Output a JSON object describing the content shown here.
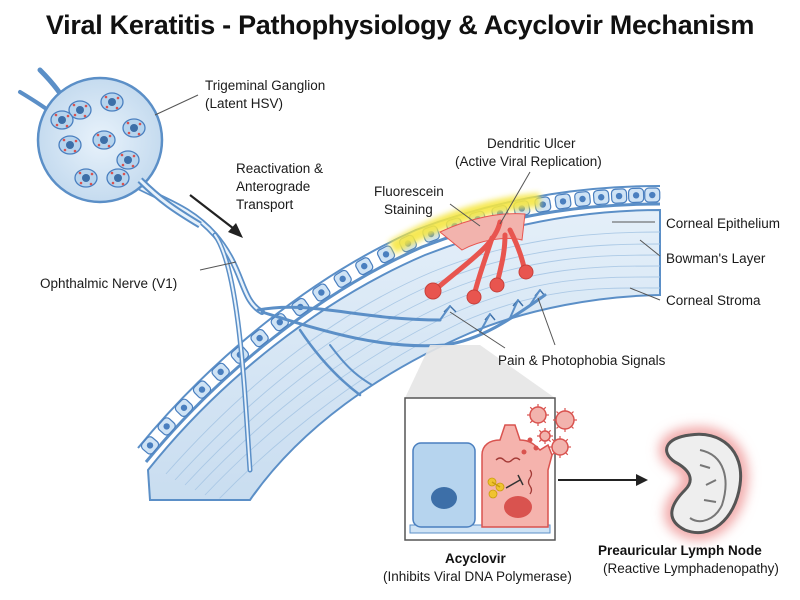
{
  "title": "Viral Keratitis - Pathophysiology & Acyclovir Mechanism",
  "labels": {
    "ganglion": [
      "Trigeminal Ganglion",
      "(Latent HSV)"
    ],
    "reactivation": [
      "Reactivation &",
      "Anterograde",
      "Transport"
    ],
    "nerve": "Ophthalmic Nerve (V1)",
    "fluorescein": [
      "Fluorescein",
      "Staining"
    ],
    "ulcer": [
      "Dendritic Ulcer",
      "(Active Viral Replication)"
    ],
    "epithelium": "Corneal Epithelium",
    "bowman": "Bowman's Layer",
    "stroma": "Corneal Stroma",
    "pain": "Pain & Photophobia Signals",
    "acyclovir_title": "Acyclovir",
    "acyclovir_sub": "(Inhibits Viral DNA Polymerase)",
    "lymph_title": "Preauricular Lymph Node",
    "lymph_sub": "(Reactive Lymphadenopathy)"
  },
  "colors": {
    "nerve": "#5b8fc7",
    "cell": "#cfe3f5",
    "stroma": "#dceaf7",
    "ulcer": "#e8554f",
    "stain": "#f5e642",
    "lymph_glow": "#f0a0a0"
  }
}
